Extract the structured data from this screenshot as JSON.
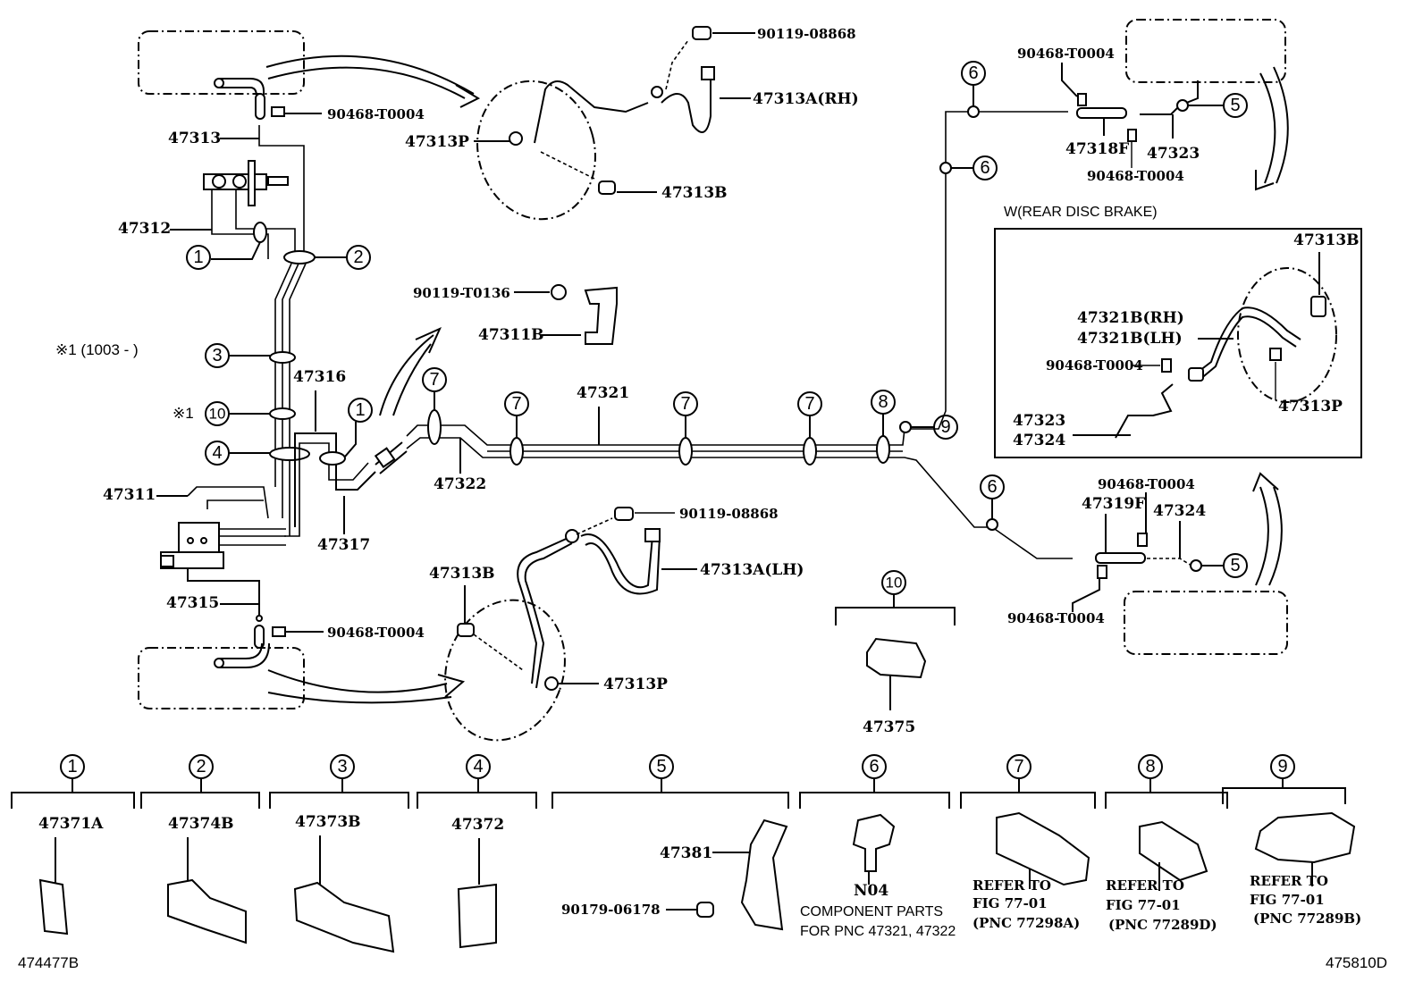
{
  "title": "Brake Tube & Clamp Parts Diagram",
  "figure_ids": {
    "left": "474477B",
    "right": "475810D"
  },
  "labels": {
    "p90468_top_left": "90468-T0004",
    "p47313": "47313",
    "p47312": "47312",
    "p47313P_rh": "47313P",
    "p90119_08868_rh": "90119-08868",
    "p47313A_rh": "47313A(RH)",
    "p47313B_rh": "47313B",
    "p90119_T0136": "90119-T0136",
    "p47311B": "47311B",
    "note_1003": "※1 (1003 -      )",
    "note_x1": "※1",
    "p47316": "47316",
    "p47311": "47311",
    "p47317": "47317",
    "p47322": "47322",
    "p47321": "47321",
    "p47315": "47315",
    "p90468_bottom_left": "90468-T0004",
    "p90119_08868_lh": "90119-08868",
    "p47313A_lh": "47313A(LH)",
    "p47313B_lh": "47313B",
    "p47313P_lh": "47313P",
    "p90468_rr_top1": "90468-T0004",
    "p47318F": "47318F",
    "p47323_rr": "47323",
    "p90468_rr_top2": "90468-T0004",
    "rear_disc_title": "W(REAR DISC BRAKE)",
    "inset_47313B": "47313B",
    "inset_47321B_rh": "47321B(RH)",
    "inset_47321B_lh": "47321B(LH)",
    "inset_90468": "90468-T0004",
    "inset_47313P": "47313P",
    "inset_47323": "47323",
    "inset_47324": "47324",
    "p90468_rr_bot1": "90468-T0004",
    "p47319F": "47319F",
    "p47324_rr": "47324",
    "p90468_rr_bot2": "90468-T0004",
    "p47375": "47375"
  },
  "callouts": {
    "c1": "1",
    "c2": "2",
    "c3": "3",
    "c4": "4",
    "c5": "5",
    "c6": "6",
    "c7": "7",
    "c8": "8",
    "c9": "9",
    "c10": "10"
  },
  "legend": [
    {
      "num": "1",
      "part": "47371A"
    },
    {
      "num": "2",
      "part": "47374B"
    },
    {
      "num": "3",
      "part": "47373B"
    },
    {
      "num": "4",
      "part": "47372"
    },
    {
      "num": "5",
      "part": "47381",
      "extra": "90179-06178"
    },
    {
      "num": "6",
      "part": "N04",
      "note1": "COMPONENT PARTS",
      "note2": "FOR PNC 47321, 47322"
    },
    {
      "num": "7",
      "ref1": "REFER  TO",
      "ref2": "FIG 77-01",
      "ref3": "(PNC  77298A)"
    },
    {
      "num": "8",
      "ref1": "REFER  TO",
      "ref2": "FIG 77-01",
      "ref3": "(PNC  77289D)"
    },
    {
      "num": "9",
      "ref1": "REFER  TO",
      "ref2": "FIG 77-01",
      "ref3": "(PNC  77289B)"
    },
    {
      "num": "10",
      "part": "47375"
    }
  ]
}
